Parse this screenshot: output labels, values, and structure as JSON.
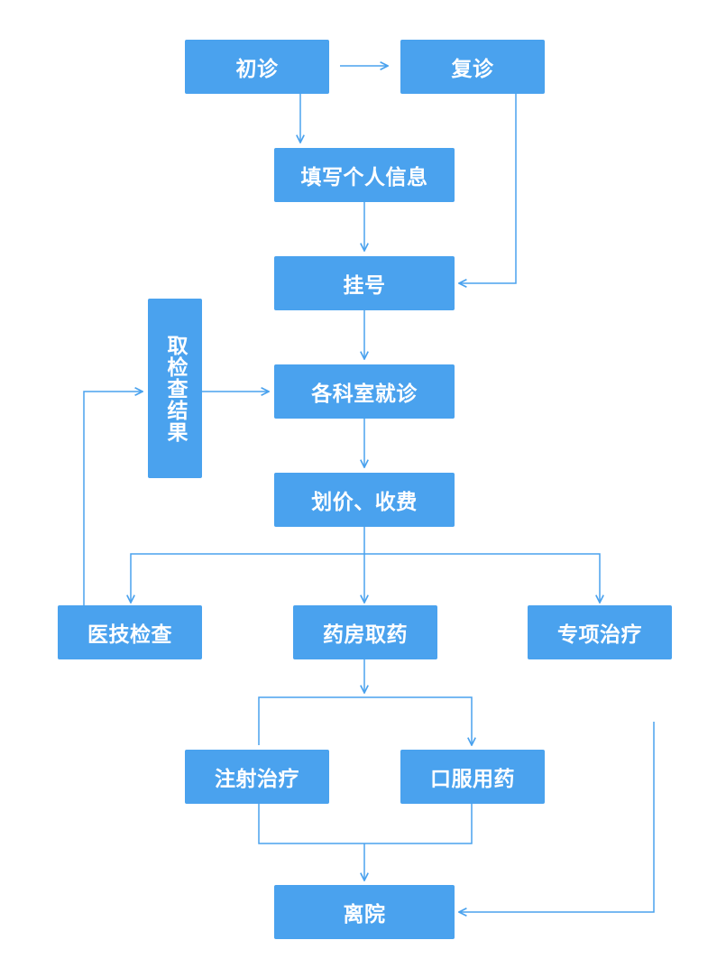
{
  "diagram": {
    "colors": {
      "box": "#4aa2ee",
      "text": "#ffffff",
      "line": "#4aa2ee"
    },
    "nodes": {
      "first_visit": "初诊",
      "return_visit": "复诊",
      "fill_info": "填写个人信息",
      "register": "挂号",
      "department_visit": "各科室就诊",
      "pricing_payment": "划价、收费",
      "get_results": "取检查结果",
      "medical_exam": "医技检查",
      "pharmacy": "药房取药",
      "special_treatment": "专项治疗",
      "injection": "注射治疗",
      "oral_medication": "口服用药",
      "discharge": "离院"
    }
  }
}
